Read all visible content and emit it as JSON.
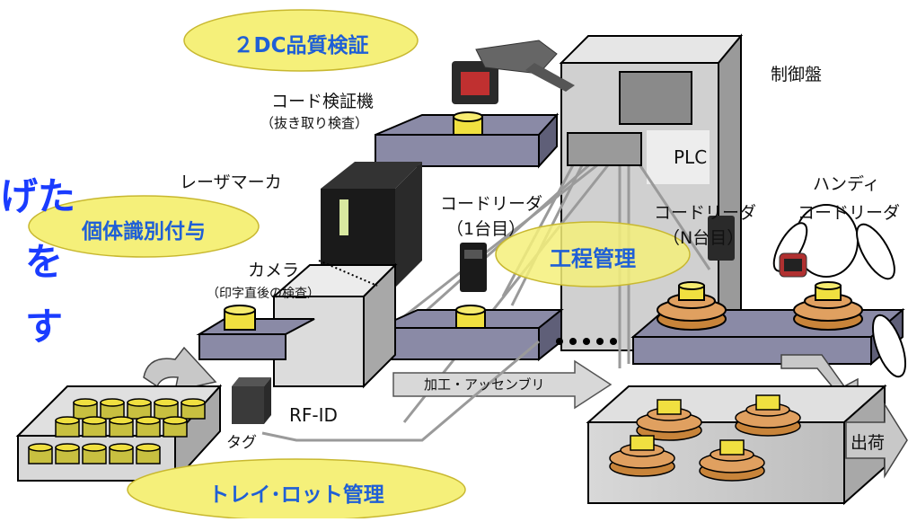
{
  "colors": {
    "ellipse_fill": "#f5f07a",
    "ellipse_text": "#1f5fd6",
    "platform": "#8a8aa6",
    "panel": "#cfcfcf",
    "cup": "#f0e040",
    "cup_dark": "#c8a040",
    "side_text": "#1a3cff"
  },
  "ellipses": {
    "quality": "２DC品質検証",
    "individual": "個体識別付与",
    "process": "工程管理",
    "tray": "トレイ･ロット管理"
  },
  "labels": {
    "code_verifier": "コード検証機",
    "code_verifier_sub": "（抜き取り検査）",
    "laser_marker": "レーザマーカ",
    "control_panel": "制御盤",
    "plc": "PLC",
    "code_reader_1": "コードリーダ",
    "code_reader_1_sub": "（1台目）",
    "code_reader_n": "コードリーダ",
    "code_reader_n_sub": "（N台目）",
    "handy": "ハンディ",
    "handy_sub": "コードリーダ",
    "camera": "カメラ",
    "camera_sub": "（印字直後の検査）",
    "rfid": "RF-ID",
    "tag": "タグ",
    "assembly": "加工・アッセンブリ",
    "shipping": "出荷",
    "dots": "・・・・・"
  },
  "side_text": {
    "line1": "げた",
    "line2": "を",
    "line3": "す"
  }
}
